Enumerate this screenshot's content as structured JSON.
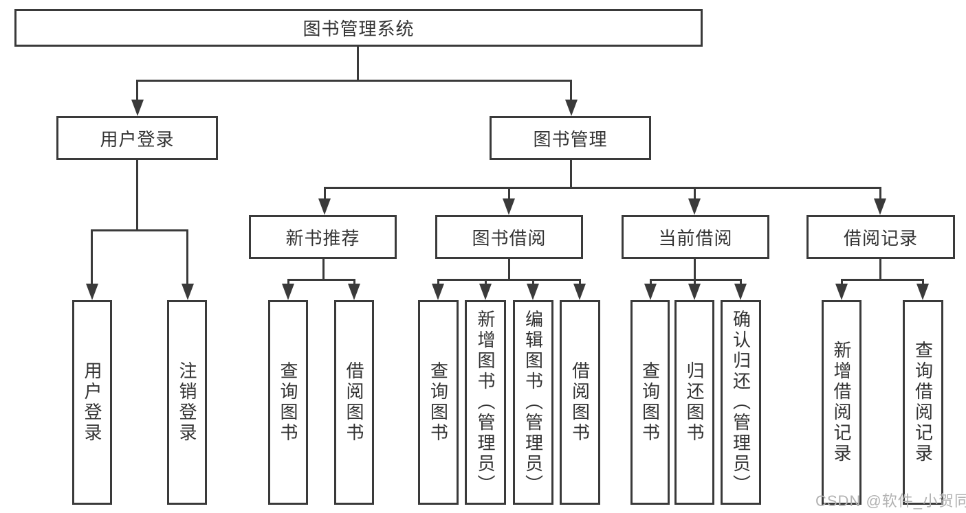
{
  "diagram": {
    "title": "图书管理系统",
    "root": {
      "label": "图书管理系统"
    },
    "level2": [
      {
        "label": "用户登录"
      },
      {
        "label": "图书管理"
      }
    ],
    "level3": [
      {
        "label": "新书推荐"
      },
      {
        "label": "图书借阅"
      },
      {
        "label": "当前借阅"
      },
      {
        "label": "借阅记录"
      }
    ],
    "leaves": [
      {
        "label": "用户登录",
        "parent": "用户登录"
      },
      {
        "label": "注销登录",
        "parent": "用户登录"
      },
      {
        "label": "查询图书",
        "parent": "新书推荐"
      },
      {
        "label": "借阅图书",
        "parent": "新书推荐"
      },
      {
        "label": "查询图书",
        "parent": "图书借阅"
      },
      {
        "label": "新增图书（管理员）",
        "parent": "图书借阅"
      },
      {
        "label": "编辑图书（管理员）",
        "parent": "图书借阅"
      },
      {
        "label": "借阅图书",
        "parent": "图书借阅"
      },
      {
        "label": "查询图书",
        "parent": "当前借阅"
      },
      {
        "label": "归还图书",
        "parent": "当前借阅"
      },
      {
        "label": "确认归还（管理员）",
        "parent": "当前借阅"
      },
      {
        "label": "新增借阅记录",
        "parent": "借阅记录"
      },
      {
        "label": "查询借阅记录",
        "parent": "借阅记录"
      }
    ]
  },
  "watermark": {
    "text": "CSDN @软件_小贺同学",
    "color": "#b2b2b2"
  },
  "colors": {
    "line": "#3a3a3a",
    "text": "#333333",
    "background": "#ffffff"
  }
}
